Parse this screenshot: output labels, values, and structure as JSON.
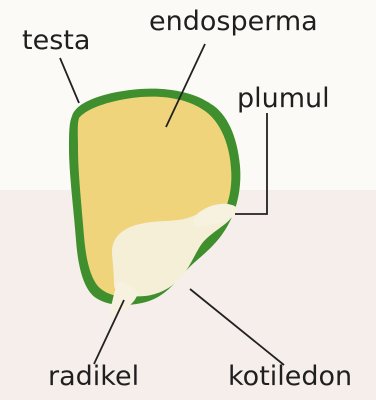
{
  "diagram": {
    "labels": {
      "testa": "testa",
      "endosperma": "endosperma",
      "plumul": "plumul",
      "radikel": "radikel",
      "kotiledon": "kotiledon"
    },
    "colors": {
      "seed_coat": "#3f8f2e",
      "endosperm": "#f0d47c",
      "embryo": "#f5efd8",
      "leader": "#222222",
      "text": "#1f1f1f"
    }
  }
}
